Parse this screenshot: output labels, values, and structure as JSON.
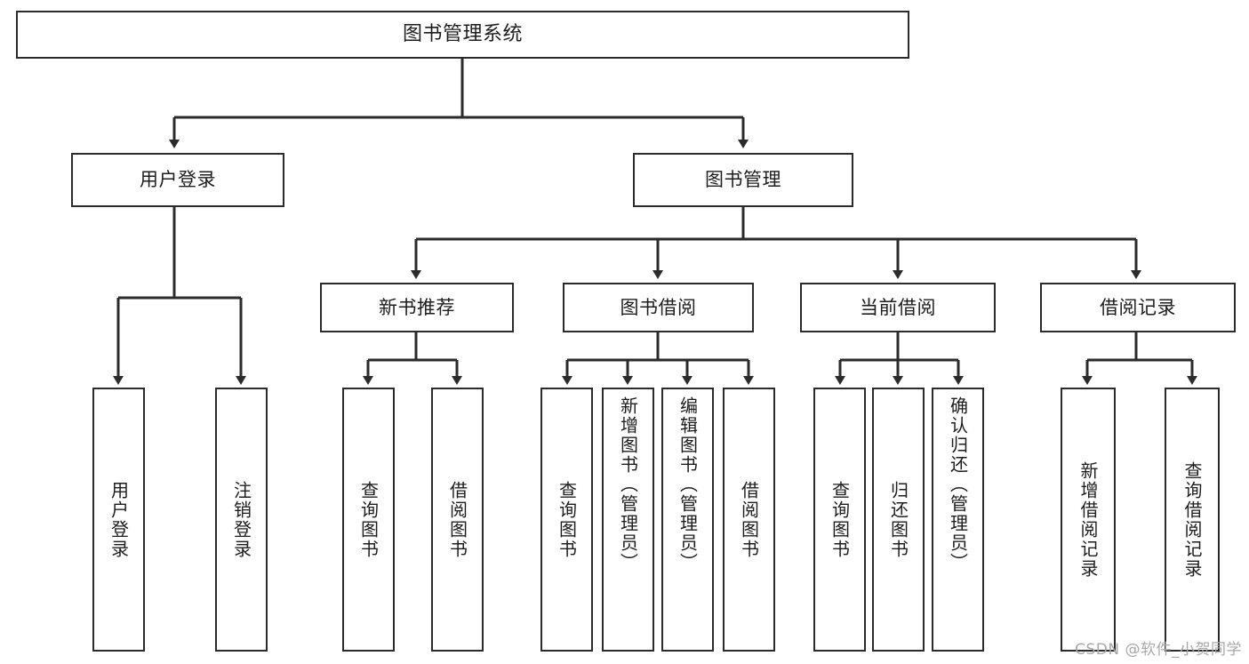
{
  "diagram": {
    "title": "图书管理系统",
    "type": "tree",
    "watermark": "CSDN @软件_小贺同学",
    "colors": {
      "stroke": "#2b2b2b",
      "text": "#1d1d1d",
      "background": "#ffffff",
      "watermark": "#a8a8a8"
    },
    "levels": {
      "root": "图书管理系统",
      "level2": [
        "用户登录",
        "图书管理"
      ],
      "level3": [
        "新书推荐",
        "图书借阅",
        "当前借阅",
        "借阅记录"
      ]
    },
    "nodes": {
      "root": {
        "label": "图书管理系统"
      },
      "user_login": {
        "label": "用户登录"
      },
      "book_manage": {
        "label": "图书管理"
      },
      "new_book_rec": {
        "label": "新书推荐"
      },
      "book_borrow": {
        "label": "图书借阅"
      },
      "current_borrow": {
        "label": "当前借阅"
      },
      "borrow_record": {
        "label": "借阅记录"
      },
      "leaf_user_login": {
        "label": "用户登录"
      },
      "leaf_logout": {
        "label": "注销登录"
      },
      "leaf_query_book_1": {
        "label": "查询图书"
      },
      "leaf_borrow_book_1": {
        "label": "借阅图书"
      },
      "leaf_query_book_2": {
        "label": "查询图书"
      },
      "leaf_add_book": {
        "label": "新增图书（管理员）"
      },
      "leaf_edit_book": {
        "label": "编辑图书（管理员）"
      },
      "leaf_borrow_book_2": {
        "label": "借阅图书"
      },
      "leaf_query_book_3": {
        "label": "查询图书"
      },
      "leaf_return_book": {
        "label": "归还图书"
      },
      "leaf_confirm_return": {
        "label": "确认归还（管理员）"
      },
      "leaf_add_record": {
        "label": "新增借阅记录"
      },
      "leaf_query_record": {
        "label": "查询借阅记录"
      }
    },
    "edges": [
      {
        "from": "root",
        "to": "user_login"
      },
      {
        "from": "root",
        "to": "book_manage"
      },
      {
        "from": "user_login",
        "to": "leaf_user_login"
      },
      {
        "from": "user_login",
        "to": "leaf_logout"
      },
      {
        "from": "book_manage",
        "to": "new_book_rec"
      },
      {
        "from": "book_manage",
        "to": "book_borrow"
      },
      {
        "from": "book_manage",
        "to": "current_borrow"
      },
      {
        "from": "book_manage",
        "to": "borrow_record"
      },
      {
        "from": "new_book_rec",
        "to": "leaf_query_book_1"
      },
      {
        "from": "new_book_rec",
        "to": "leaf_borrow_book_1"
      },
      {
        "from": "book_borrow",
        "to": "leaf_query_book_2"
      },
      {
        "from": "book_borrow",
        "to": "leaf_add_book"
      },
      {
        "from": "book_borrow",
        "to": "leaf_edit_book"
      },
      {
        "from": "book_borrow",
        "to": "leaf_borrow_book_2"
      },
      {
        "from": "current_borrow",
        "to": "leaf_query_book_3"
      },
      {
        "from": "current_borrow",
        "to": "leaf_return_book"
      },
      {
        "from": "current_borrow",
        "to": "leaf_confirm_return"
      },
      {
        "from": "borrow_record",
        "to": "leaf_add_record"
      },
      {
        "from": "borrow_record",
        "to": "leaf_query_record"
      }
    ]
  }
}
